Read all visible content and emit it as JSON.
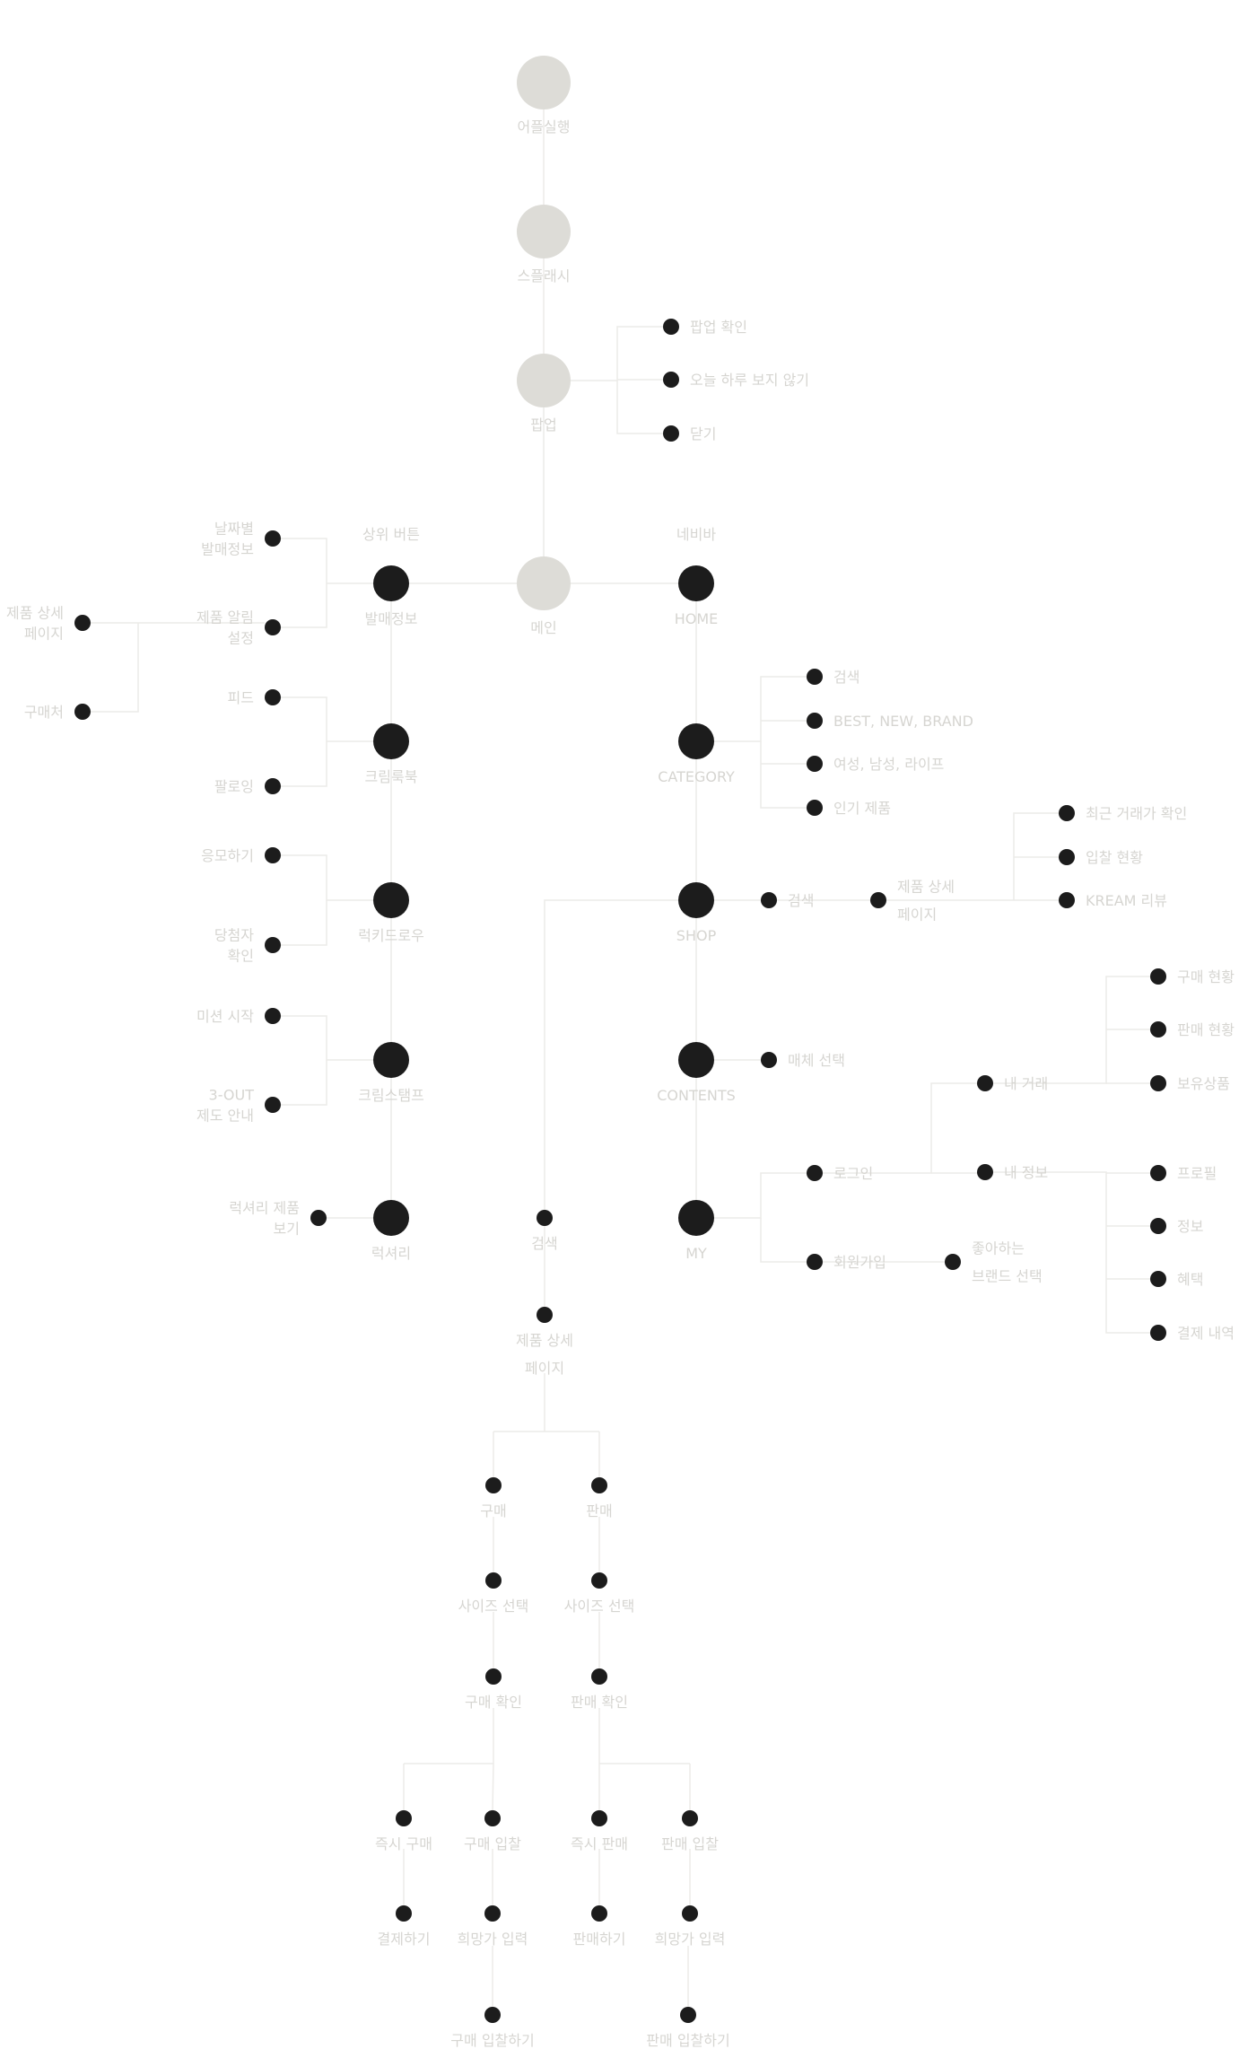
{
  "nodes": [
    {
      "id": "app_launch",
      "kind": "primary",
      "lines": [
        "어플실행"
      ]
    },
    {
      "id": "splash",
      "kind": "primary",
      "lines": [
        "스플래시"
      ]
    },
    {
      "id": "popup",
      "kind": "primary",
      "lines": [
        "팝업"
      ]
    },
    {
      "id": "popup_confirm",
      "kind": "leaf",
      "lines": [
        "팝업 확인"
      ]
    },
    {
      "id": "popup_hide_today",
      "kind": "leaf",
      "lines": [
        "오늘 하루 보지 않기"
      ]
    },
    {
      "id": "popup_close",
      "kind": "leaf",
      "lines": [
        "닫기"
      ]
    },
    {
      "id": "main",
      "kind": "primary",
      "lines": [
        "메인"
      ]
    },
    {
      "id": "release_info",
      "kind": "hub",
      "lines": [
        "발매정보"
      ],
      "caption": "상위 버튼"
    },
    {
      "id": "home",
      "kind": "hub",
      "lines": [
        "HOME"
      ],
      "caption": "네비바"
    },
    {
      "id": "release_by_date",
      "kind": "leaf",
      "lines": [
        "날짜별",
        "발매정보"
      ]
    },
    {
      "id": "product_alert",
      "kind": "leaf",
      "lines": [
        "제품 알림",
        "설정"
      ]
    },
    {
      "id": "product_detail_left",
      "kind": "leaf",
      "lines": [
        "제품 상세",
        "페이지"
      ]
    },
    {
      "id": "store",
      "kind": "leaf",
      "lines": [
        "구매처"
      ]
    },
    {
      "id": "cream_look",
      "kind": "hub",
      "lines": [
        "크림룩북"
      ]
    },
    {
      "id": "feed",
      "kind": "leaf",
      "lines": [
        "피드"
      ]
    },
    {
      "id": "following",
      "kind": "leaf",
      "lines": [
        "팔로잉"
      ]
    },
    {
      "id": "lucky_draw",
      "kind": "hub",
      "lines": [
        "럭키드로우"
      ]
    },
    {
      "id": "apply",
      "kind": "leaf",
      "lines": [
        "응모하기"
      ]
    },
    {
      "id": "winner_check",
      "kind": "leaf",
      "lines": [
        "당첨자",
        "확인"
      ]
    },
    {
      "id": "cream_stamp",
      "kind": "hub",
      "lines": [
        "크림스탬프"
      ]
    },
    {
      "id": "mission_start",
      "kind": "leaf",
      "lines": [
        "미션 시작"
      ]
    },
    {
      "id": "three_out",
      "kind": "leaf",
      "lines": [
        "3-OUT",
        "제도 안내"
      ]
    },
    {
      "id": "luxury",
      "kind": "hub",
      "lines": [
        "럭셔리"
      ]
    },
    {
      "id": "luxury_view",
      "kind": "leaf",
      "lines": [
        "럭셔리 제품",
        "보기"
      ]
    },
    {
      "id": "category",
      "kind": "hub",
      "lines": [
        "CATEGORY"
      ]
    },
    {
      "id": "cat_search",
      "kind": "leaf",
      "lines": [
        "검색"
      ]
    },
    {
      "id": "cat_best",
      "kind": "leaf",
      "lines": [
        "BEST, NEW, BRAND"
      ]
    },
    {
      "id": "cat_gender",
      "kind": "leaf",
      "lines": [
        "여성, 남성, 라이프"
      ]
    },
    {
      "id": "cat_popular",
      "kind": "leaf",
      "lines": [
        "인기 제품"
      ]
    },
    {
      "id": "shop",
      "kind": "hub",
      "lines": [
        "SHOP"
      ]
    },
    {
      "id": "shop_search",
      "kind": "leaf",
      "lines": [
        "검색"
      ]
    },
    {
      "id": "shop_product_detail",
      "kind": "leaf",
      "lines": [
        "제품 상세",
        "페이지"
      ]
    },
    {
      "id": "recent_trade",
      "kind": "leaf",
      "lines": [
        "최근 거래가 확인"
      ]
    },
    {
      "id": "bid_status",
      "kind": "leaf",
      "lines": [
        "입찰 현황"
      ]
    },
    {
      "id": "kream_review",
      "kind": "leaf",
      "lines": [
        "KREAM 리뷰"
      ]
    },
    {
      "id": "contents",
      "kind": "hub",
      "lines": [
        "CONTENTS"
      ]
    },
    {
      "id": "media_select",
      "kind": "leaf",
      "lines": [
        "매체 선택"
      ]
    },
    {
      "id": "my",
      "kind": "hub",
      "lines": [
        "MY"
      ]
    },
    {
      "id": "login",
      "kind": "leaf",
      "lines": [
        "로그인"
      ]
    },
    {
      "id": "signup",
      "kind": "leaf",
      "lines": [
        "회원가입"
      ]
    },
    {
      "id": "fav_brand",
      "kind": "leaf",
      "lines": [
        "좋아하는",
        "브랜드 선택"
      ]
    },
    {
      "id": "my_trade",
      "kind": "leaf",
      "lines": [
        "내 거래"
      ]
    },
    {
      "id": "my_info",
      "kind": "leaf",
      "lines": [
        "내 정보"
      ]
    },
    {
      "id": "buy_status",
      "kind": "leaf",
      "lines": [
        "구매 현황"
      ]
    },
    {
      "id": "sell_status",
      "kind": "leaf",
      "lines": [
        "판매 현황"
      ]
    },
    {
      "id": "owned",
      "kind": "leaf",
      "lines": [
        "보유상품"
      ]
    },
    {
      "id": "profile",
      "kind": "leaf",
      "lines": [
        "프로필"
      ]
    },
    {
      "id": "info",
      "kind": "leaf",
      "lines": [
        "정보"
      ]
    },
    {
      "id": "benefit",
      "kind": "leaf",
      "lines": [
        "혜택"
      ]
    },
    {
      "id": "payment_history",
      "kind": "leaf",
      "lines": [
        "결제 내역"
      ]
    },
    {
      "id": "main_search",
      "kind": "leaf",
      "lines": [
        "검색"
      ]
    },
    {
      "id": "main_product_detail",
      "kind": "leaf",
      "lines": [
        "제품 상세",
        "페이지"
      ]
    },
    {
      "id": "buy",
      "kind": "leaf",
      "lines": [
        "구매"
      ]
    },
    {
      "id": "sell",
      "kind": "leaf",
      "lines": [
        "판매"
      ]
    },
    {
      "id": "buy_size",
      "kind": "leaf",
      "lines": [
        "사이즈 선택"
      ]
    },
    {
      "id": "sell_size",
      "kind": "leaf",
      "lines": [
        "사이즈 선택"
      ]
    },
    {
      "id": "buy_confirm",
      "kind": "leaf",
      "lines": [
        "구매 확인"
      ]
    },
    {
      "id": "sell_confirm",
      "kind": "leaf",
      "lines": [
        "판매 확인"
      ]
    },
    {
      "id": "instant_buy",
      "kind": "leaf",
      "lines": [
        "즉시 구매"
      ]
    },
    {
      "id": "buy_bid",
      "kind": "leaf",
      "lines": [
        "구매 입찰"
      ]
    },
    {
      "id": "instant_sell",
      "kind": "leaf",
      "lines": [
        "즉시 판매"
      ]
    },
    {
      "id": "sell_bid",
      "kind": "leaf",
      "lines": [
        "판매 입찰"
      ]
    },
    {
      "id": "pay",
      "kind": "leaf",
      "lines": [
        "결제하기"
      ]
    },
    {
      "id": "buy_wish_price",
      "kind": "leaf",
      "lines": [
        "희망가 입력"
      ]
    },
    {
      "id": "do_sell",
      "kind": "leaf",
      "lines": [
        "판매하기"
      ]
    },
    {
      "id": "sell_wish_price",
      "kind": "leaf",
      "lines": [
        "희망가 입력"
      ]
    },
    {
      "id": "do_buy_bid",
      "kind": "leaf",
      "lines": [
        "구매 입찰하기"
      ]
    },
    {
      "id": "do_sell_bid",
      "kind": "leaf",
      "lines": [
        "판매 입찰하기"
      ]
    }
  ],
  "edges": [
    [
      "app_launch",
      "splash"
    ],
    [
      "splash",
      "popup"
    ],
    [
      "popup",
      "main"
    ],
    [
      "popup",
      "popup_confirm"
    ],
    [
      "popup",
      "popup_hide_today"
    ],
    [
      "popup",
      "popup_close"
    ],
    [
      "main",
      "release_info"
    ],
    [
      "main",
      "home"
    ],
    [
      "release_info",
      "release_by_date"
    ],
    [
      "release_info",
      "product_alert"
    ],
    [
      "product_alert",
      "product_detail_left"
    ],
    [
      "product_alert",
      "store"
    ],
    [
      "release_info",
      "cream_look"
    ],
    [
      "cream_look",
      "feed"
    ],
    [
      "cream_look",
      "following"
    ],
    [
      "cream_look",
      "lucky_draw"
    ],
    [
      "lucky_draw",
      "apply"
    ],
    [
      "lucky_draw",
      "winner_check"
    ],
    [
      "lucky_draw",
      "cream_stamp"
    ],
    [
      "cream_stamp",
      "mission_start"
    ],
    [
      "cream_stamp",
      "three_out"
    ],
    [
      "cream_stamp",
      "luxury"
    ],
    [
      "luxury",
      "luxury_view"
    ],
    [
      "home",
      "category"
    ],
    [
      "category",
      "cat_search"
    ],
    [
      "category",
      "cat_best"
    ],
    [
      "category",
      "cat_gender"
    ],
    [
      "category",
      "cat_popular"
    ],
    [
      "category",
      "shop"
    ],
    [
      "shop",
      "shop_search"
    ],
    [
      "shop_search",
      "shop_product_detail"
    ],
    [
      "shop_product_detail",
      "recent_trade"
    ],
    [
      "shop_product_detail",
      "bid_status"
    ],
    [
      "shop_product_detail",
      "kream_review"
    ],
    [
      "shop",
      "contents"
    ],
    [
      "contents",
      "media_select"
    ],
    [
      "contents",
      "my"
    ],
    [
      "my",
      "login"
    ],
    [
      "my",
      "signup"
    ],
    [
      "signup",
      "fav_brand"
    ],
    [
      "login",
      "my_trade"
    ],
    [
      "login",
      "my_info"
    ],
    [
      "my_trade",
      "buy_status"
    ],
    [
      "my_trade",
      "sell_status"
    ],
    [
      "my_trade",
      "owned"
    ],
    [
      "my_info",
      "profile"
    ],
    [
      "my_info",
      "info"
    ],
    [
      "my_info",
      "benefit"
    ],
    [
      "my_info",
      "payment_history"
    ],
    [
      "shop",
      "main_search"
    ],
    [
      "main_search",
      "main_product_detail"
    ],
    [
      "main_product_detail",
      "buy"
    ],
    [
      "main_product_detail",
      "sell"
    ],
    [
      "buy",
      "buy_size"
    ],
    [
      "sell",
      "sell_size"
    ],
    [
      "buy_size",
      "buy_confirm"
    ],
    [
      "sell_size",
      "sell_confirm"
    ],
    [
      "buy_confirm",
      "instant_buy"
    ],
    [
      "buy_confirm",
      "buy_bid"
    ],
    [
      "sell_confirm",
      "instant_sell"
    ],
    [
      "sell_confirm",
      "sell_bid"
    ],
    [
      "instant_buy",
      "pay"
    ],
    [
      "buy_bid",
      "buy_wish_price"
    ],
    [
      "instant_sell",
      "do_sell"
    ],
    [
      "sell_bid",
      "sell_wish_price"
    ],
    [
      "buy_wish_price",
      "do_buy_bid"
    ],
    [
      "sell_wish_price",
      "do_sell_bid"
    ]
  ],
  "colors": {
    "primary_node": "#dddcd7",
    "hub_node": "#1c1c1c",
    "leaf_node": "#1c1c1c",
    "edge": "#ecebe8",
    "label": "#d6d5d1"
  }
}
